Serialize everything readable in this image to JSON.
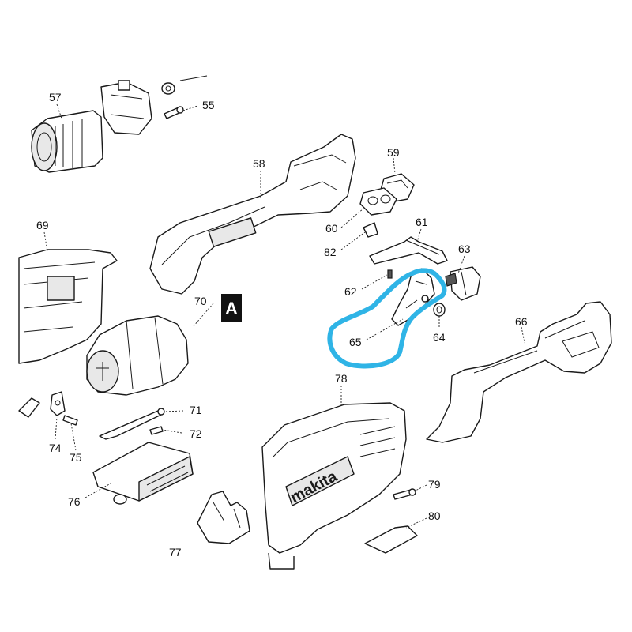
{
  "labels": {
    "p55": "55",
    "p57": "57",
    "p58": "58",
    "p59": "59",
    "p60": "60",
    "p61": "61",
    "p62": "62",
    "p63": "63",
    "p64": "64",
    "p65": "65",
    "p66": "66",
    "p69": "69",
    "p70": "70",
    "p71": "71",
    "p72": "72",
    "p74": "74",
    "p75": "75",
    "p76": "76",
    "p77": "77",
    "p78": "78",
    "p79": "79",
    "p80": "80",
    "p82": "82"
  },
  "section_marker": "A",
  "brand_text": "makita",
  "colors": {
    "highlight": "#2fb4e6",
    "line": "#1a1a1a",
    "marker_bg": "#111111",
    "marker_text": "#ffffff"
  }
}
